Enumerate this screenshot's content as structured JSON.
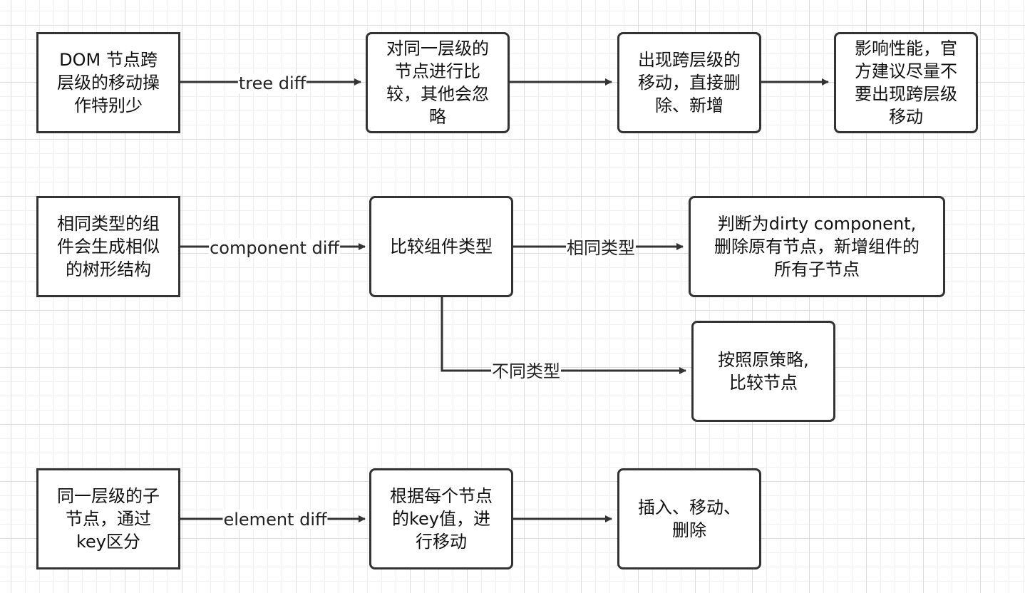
{
  "nodes": {
    "dom_cross_level": "DOM 节点跨\n层级的移动操\n作特别少",
    "compare_same_level": "对同一层级的\n节点进行比\n较，其他会忽\n略",
    "cross_level_move": "出现跨层级的\n移动，直接删\n除、新增",
    "affect_performance": "影响性能，官\n方建议尽量不\n要出现跨层级\n移动",
    "same_type_similar_tree": "相同类型的组\n件会生成相似\n的树形结构",
    "compare_component_type": "比较组件类型",
    "dirty_component": "判断为dirty component,\n删除原有节点，新增组件的\n所有子节点",
    "original_strategy": "按照原策略,\n比较节点",
    "same_level_children": "同一层级的子\n节点，通过\nkey区分",
    "move_by_key": "根据每个节点\n的key值，进\n行移动",
    "insert_move_delete": "插入、移动、\n删除"
  },
  "edges": {
    "tree_diff": "tree diff",
    "component_diff": "component diff",
    "same_type": "相同类型",
    "different_type": "不同类型",
    "element_diff": "element diff"
  },
  "colors": {
    "stroke": "#333333",
    "grid_major": "#dcdcdc",
    "grid_minor": "#f0f0f0"
  }
}
